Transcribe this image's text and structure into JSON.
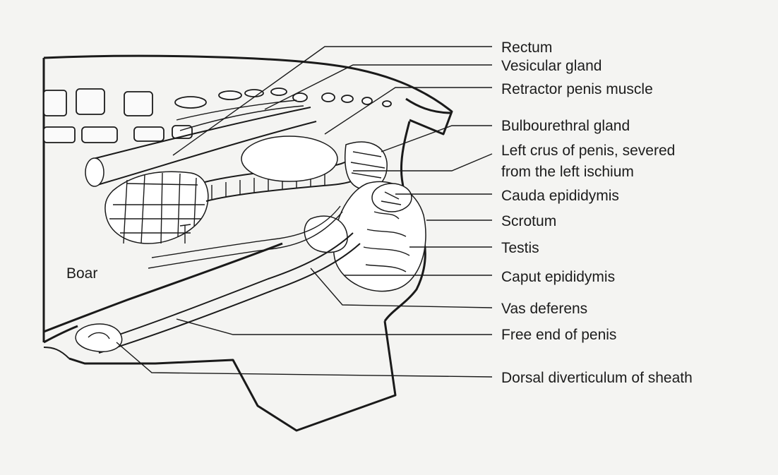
{
  "species_label": "Boar",
  "labels": [
    {
      "id": "rectum",
      "text": "Rectum"
    },
    {
      "id": "vesicular-gland",
      "text": "Vesicular gland"
    },
    {
      "id": "retractor-penis-muscle",
      "text": "Retractor penis muscle"
    },
    {
      "id": "bulbourethral-gland",
      "text": "Bulbourethral gland"
    },
    {
      "id": "left-crus-line1",
      "text": "Left crus of penis, severed"
    },
    {
      "id": "left-crus-line2",
      "text": "from the left ischium"
    },
    {
      "id": "cauda-epididymis",
      "text": "Cauda epididymis"
    },
    {
      "id": "scrotum",
      "text": "Scrotum"
    },
    {
      "id": "testis",
      "text": "Testis"
    },
    {
      "id": "caput-epididymis",
      "text": "Caput epididymis"
    },
    {
      "id": "vas-deferens",
      "text": "Vas deferens"
    },
    {
      "id": "free-end-of-penis",
      "text": "Free end of penis"
    },
    {
      "id": "dorsal-diverticulum",
      "text": "Dorsal diverticulum of sheath"
    }
  ],
  "colors": {
    "background": "#f4f4f2",
    "ink": "#1a1a1a"
  }
}
